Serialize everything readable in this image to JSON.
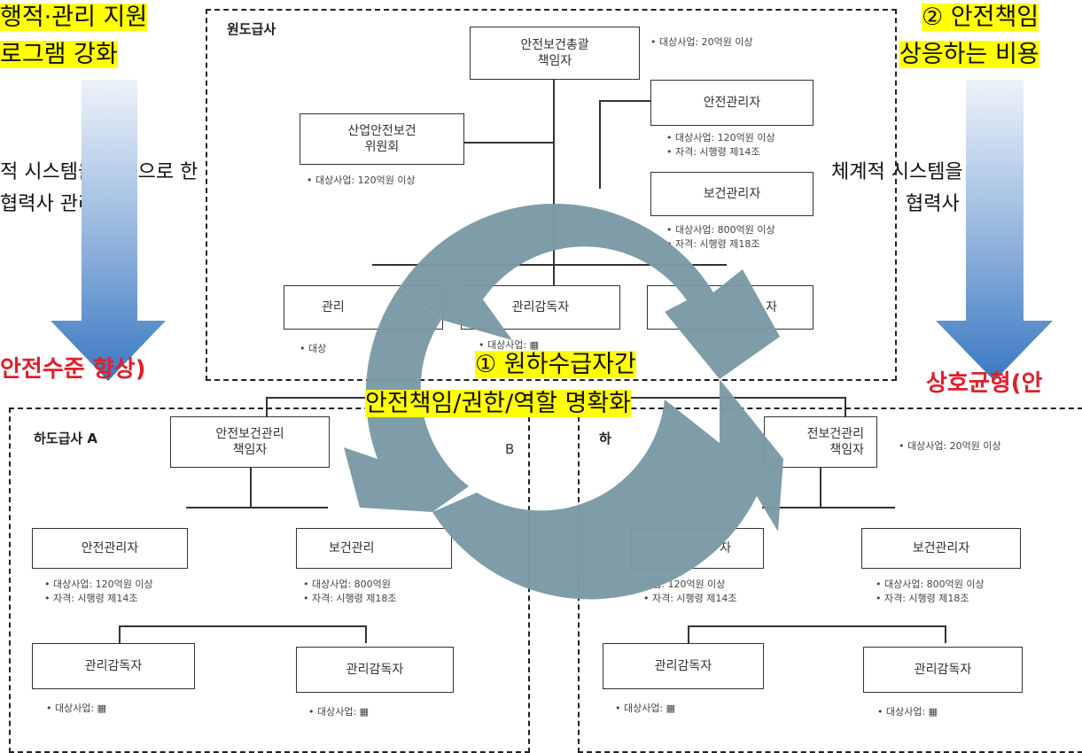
{
  "left_panel": {
    "title_line1": "행적·관리 지원",
    "title_line2": "로그램 강화",
    "desc_line1": "적 시스템을 바탕으로 한",
    "desc_line2": "협력사 관리/지원",
    "result": "안전수준 향상)"
  },
  "right_panel": {
    "title_line1": "② 안전책임",
    "title_line2": "상응하는 비용",
    "desc_line1": "체계적 시스템을 바탕",
    "desc_line2": "협력사 관리/지",
    "result": "상호균형(안"
  },
  "center": {
    "line1": "① 원하수급자간",
    "line2": "안전책임/권한/역할 명확화"
  },
  "prime": {
    "title": "원도급사",
    "chief_line1": "안전보건총괄",
    "chief_line2": "책임자",
    "chief_note": "• 대상사업: 20억원 이상",
    "committee_line1": "산업안전보건",
    "committee_line2": "위원회",
    "committee_note": "• 대상사업: 120억원 이상",
    "safety_manager": "안전관리자",
    "safety_note1": "• 대상사업: 120억원 이상",
    "safety_note2": "• 자격: 시행령 제14조",
    "health_manager": "보건관리자",
    "health_note1": "• 대상사업: 800억원 이상",
    "health_note2": "• 자격: 시행령 제18조",
    "supervisor_partial": "관리",
    "supervisor_partial_b": "관리감독자",
    "supervisor_partial_c": "자",
    "target_partial": "• 대상",
    "target_partial_b": "• 대상사업: ▦"
  },
  "sub_a": {
    "title": "하도급사 A",
    "chief_line1": "안전보건관리",
    "chief_line2": "책임자",
    "b_fragment": "B",
    "safety_manager": "안전관리자",
    "safety_note1": "• 대상사업: 120억원 이상",
    "safety_note2": "• 자격: 시행령 제14조",
    "health_manager": "보건관리",
    "health_note1": "• 대상사업: 800억원",
    "health_note2": "• 자격: 시행령 제18조",
    "supervisor1": "관리감독자",
    "supervisor1_note": "• 대상사업: ▦",
    "supervisor2": "관리감독자",
    "supervisor2_note": "• 대상사업: ▦"
  },
  "sub_b": {
    "title_partial": "하",
    "chief_line1": "전보건관리",
    "chief_line2": "책임자",
    "chief_note": "• 대상사업: 20억원 이상",
    "safety_manager_partial": "자",
    "safety_note1": "사업: 120억원 이상",
    "safety_note2": "• 자격: 시행령 제14조",
    "health_manager": "보건관리자",
    "health_note1": "• 대상사업: 800억원 이상",
    "health_note2": "• 자격: 시행령 제18조",
    "supervisor1": "관리감독자",
    "supervisor1_note": "• 대상사업: ▦",
    "supervisor2": "관리감독자",
    "supervisor2_note": "• 대상사업: ▦"
  },
  "colors": {
    "arrow_top": "#e6eef8",
    "arrow_bottom": "#3a78c2",
    "cycle": "#7b9aa6",
    "highlight": "#ffff00",
    "red": "#e0202a"
  }
}
